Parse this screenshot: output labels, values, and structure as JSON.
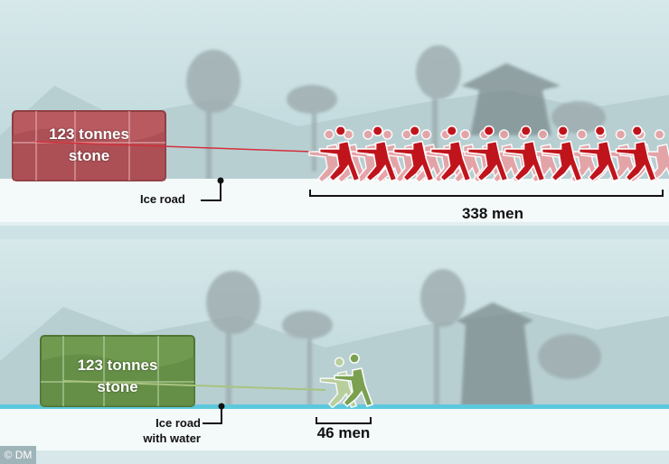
{
  "top_panel": {
    "stone_label_line1": "123 tonnes",
    "stone_label_line2": "stone",
    "road_label": "Ice road",
    "men_label": "338 men",
    "color": "#c0141c",
    "stone_color": "#b85a60"
  },
  "bottom_panel": {
    "stone_label_line1": "123 tonnes",
    "stone_label_line2": "stone",
    "road_label_line1": "Ice road",
    "road_label_line2": "with water",
    "men_label": "46 men",
    "color": "#7aa050",
    "stone_color": "#6f9a4f",
    "water_color": "#5cc8de"
  },
  "credit": "© DM"
}
